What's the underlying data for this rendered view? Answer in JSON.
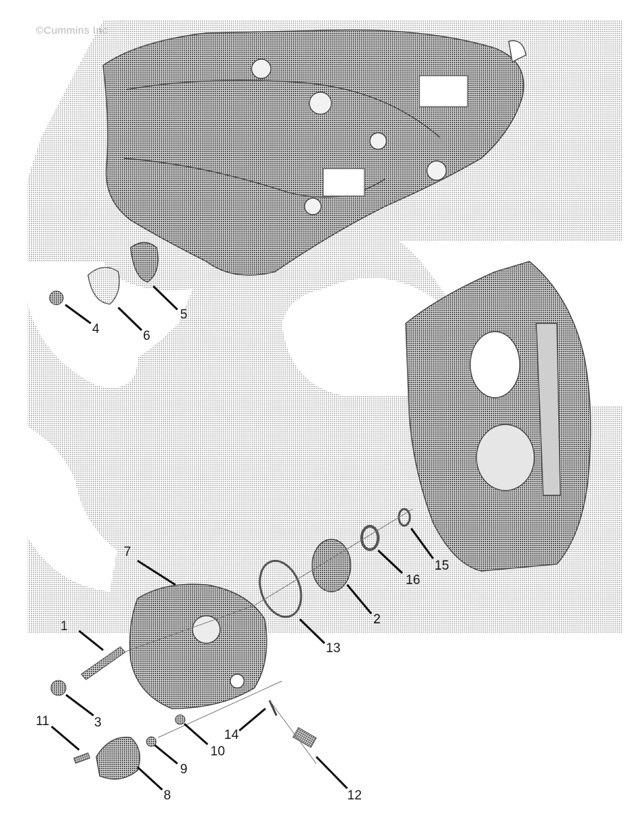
{
  "copyright": "©Cummins Inc",
  "callouts": [
    {
      "id": "1",
      "label": "1"
    },
    {
      "id": "2",
      "label": "2"
    },
    {
      "id": "3",
      "label": "3"
    },
    {
      "id": "4",
      "label": "4"
    },
    {
      "id": "5",
      "label": "5"
    },
    {
      "id": "6",
      "label": "6"
    },
    {
      "id": "7",
      "label": "7"
    },
    {
      "id": "8",
      "label": "8"
    },
    {
      "id": "9",
      "label": "9"
    },
    {
      "id": "10",
      "label": "10"
    },
    {
      "id": "11",
      "label": "11"
    },
    {
      "id": "12",
      "label": "12"
    },
    {
      "id": "13",
      "label": "13"
    },
    {
      "id": "14",
      "label": "14"
    },
    {
      "id": "15",
      "label": "15"
    },
    {
      "id": "16",
      "label": "16"
    }
  ],
  "colors": {
    "ink": "#1a1a1a",
    "halftone": "#bdbdbd",
    "paper": "#ffffff"
  }
}
